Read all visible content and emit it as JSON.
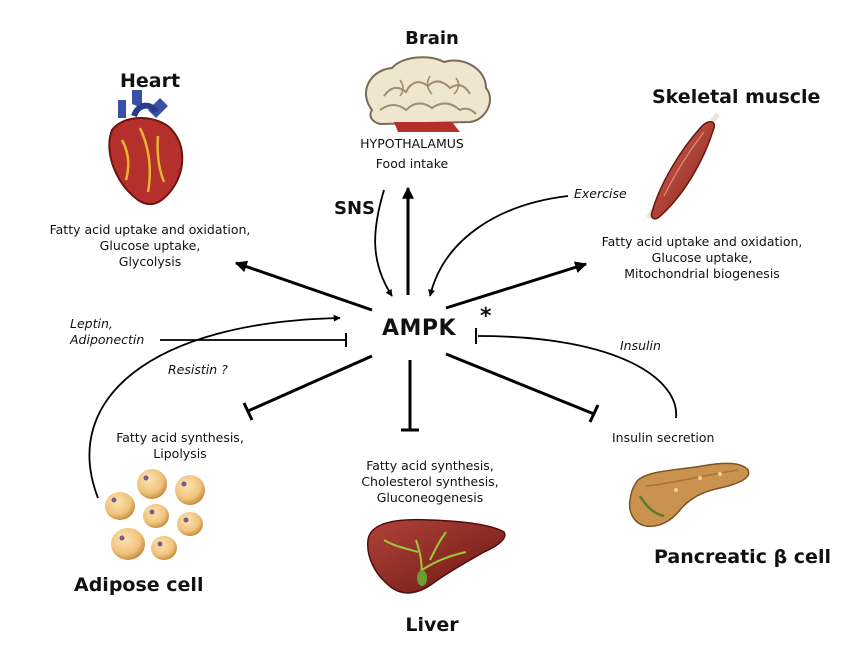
{
  "hub": "AMPK",
  "asterisk": "*",
  "brain": {
    "title": "Brain",
    "region": "HYPOTHALAMUS",
    "effect": "Food intake",
    "pathway": "SNS"
  },
  "heart": {
    "title": "Heart",
    "effects": [
      "Fatty acid uptake and oxidation,",
      "Glucose uptake,",
      "Glycolysis"
    ]
  },
  "skeletal_muscle": {
    "title": "Skeletal muscle",
    "stimulus": "Exercise",
    "effects": [
      "Fatty acid uptake and oxidation,",
      "Glucose uptake,",
      "Mitochondrial biogenesis"
    ]
  },
  "adipose": {
    "title": "Adipose cell",
    "activators": [
      "Leptin,",
      "Adiponectin"
    ],
    "inhibitor": "Resistin ?",
    "effects": [
      "Fatty acid synthesis,",
      "Lipolysis"
    ]
  },
  "liver": {
    "title": "Liver",
    "effects": [
      "Fatty acid synthesis,",
      "Cholesterol synthesis,",
      "Gluconeogenesis"
    ]
  },
  "pancreas": {
    "title": "Pancreatic β cell",
    "effect": "Insulin secretion",
    "signal": "Insulin"
  },
  "colors": {
    "heart": "#b5302a",
    "muscle": "#b0322a",
    "brain": "#efe6cf",
    "liver": "#8a2420",
    "pancreas": "#c9934f",
    "adipose": "#f0c27a"
  }
}
